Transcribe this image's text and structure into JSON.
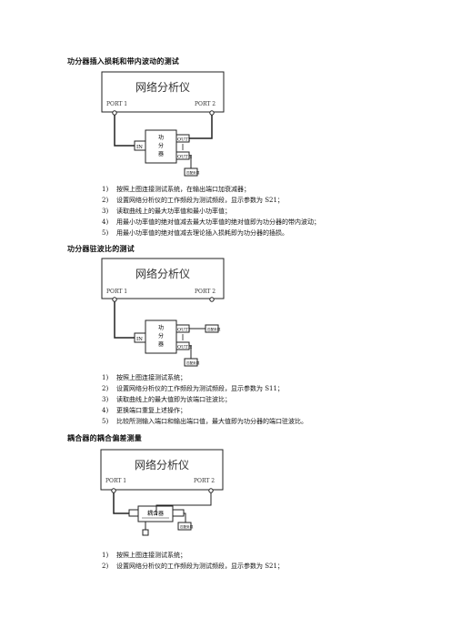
{
  "analyzer": {
    "title": "网络分析仪",
    "port1": "PORT 1",
    "port2": "PORT 2"
  },
  "labels": {
    "splitter": [
      "功",
      "分",
      "器"
    ],
    "coupler": "耦合器",
    "in": "IN",
    "out1": "OUT1",
    "out2": "OUT 2",
    "load": "匹配负载"
  },
  "sections": [
    {
      "heading": "功分器插入损耗和带内波动的测试",
      "steps": [
        {
          "num": "1)",
          "text": "按照上图连接测试系统，在输出端口加衰减器；"
        },
        {
          "num": "2)",
          "text": "设置网络分析仪的工作频段为测试频段，显示参数为 S21；"
        },
        {
          "num": "3)",
          "text": "读取曲线上的最大功率值和最小功率值；"
        },
        {
          "num": "4)",
          "text": "用最小功率值的绝对值减去最大功率值的绝对值即为功分器的带内波动；"
        },
        {
          "num": "5)",
          "text": "用最小功率值的绝对值减去理论插入损耗即为功分器的插损。"
        }
      ]
    },
    {
      "heading": "功分器驻波比的测试",
      "steps": [
        {
          "num": "1)",
          "text": "按照上图连接测试系统；"
        },
        {
          "num": "2)",
          "text": "设置网络分析仪的工作频段为测试频段，显示参数为 S11；"
        },
        {
          "num": "3)",
          "text": "读取曲线上的最大值即为该端口驻波比；"
        },
        {
          "num": "4)",
          "text": "更换端口重复上述操作；"
        },
        {
          "num": "5)",
          "text": "比较所测输入端口和输出端口值，最大值即为功分器的端口驻波比。"
        }
      ]
    },
    {
      "heading": "耦合器的耦合偏差测量",
      "steps": [
        {
          "num": "1)",
          "text": "按照上图连接测试系统；"
        },
        {
          "num": "2)",
          "text": "设置网络分析仪的工作频段为测试频段，显示参数为 S21；"
        }
      ]
    }
  ]
}
